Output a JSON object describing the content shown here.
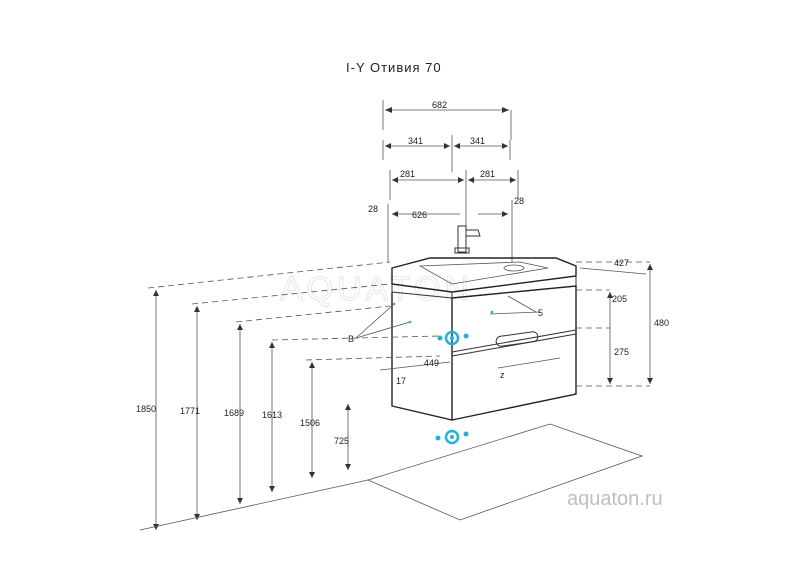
{
  "title": "I-Y Oтивия 70",
  "watermark": "AQUATON",
  "website": "aquaton.ru",
  "colors": {
    "accent": "#1fb3d6",
    "line": "#333333",
    "site": "#bfbfbf"
  },
  "dimensions": {
    "top_total": "682",
    "top_left_half": "341",
    "top_right_half": "341",
    "mid_left": "281",
    "mid_right": "281",
    "bowl_width": "626",
    "left_edge": "28",
    "right_edge": "28",
    "depth": "427",
    "upper_drawer": "205",
    "lower_drawer": "275",
    "cabinet_height": "480",
    "inner_depth": "449",
    "foot_offset": "17",
    "floor_gap": "725",
    "h1": "1850",
    "h2": "1771",
    "h3": "1689",
    "h4": "1613",
    "h5": "1506"
  },
  "callouts": {
    "b": "B",
    "v": "5",
    "z": "z"
  }
}
